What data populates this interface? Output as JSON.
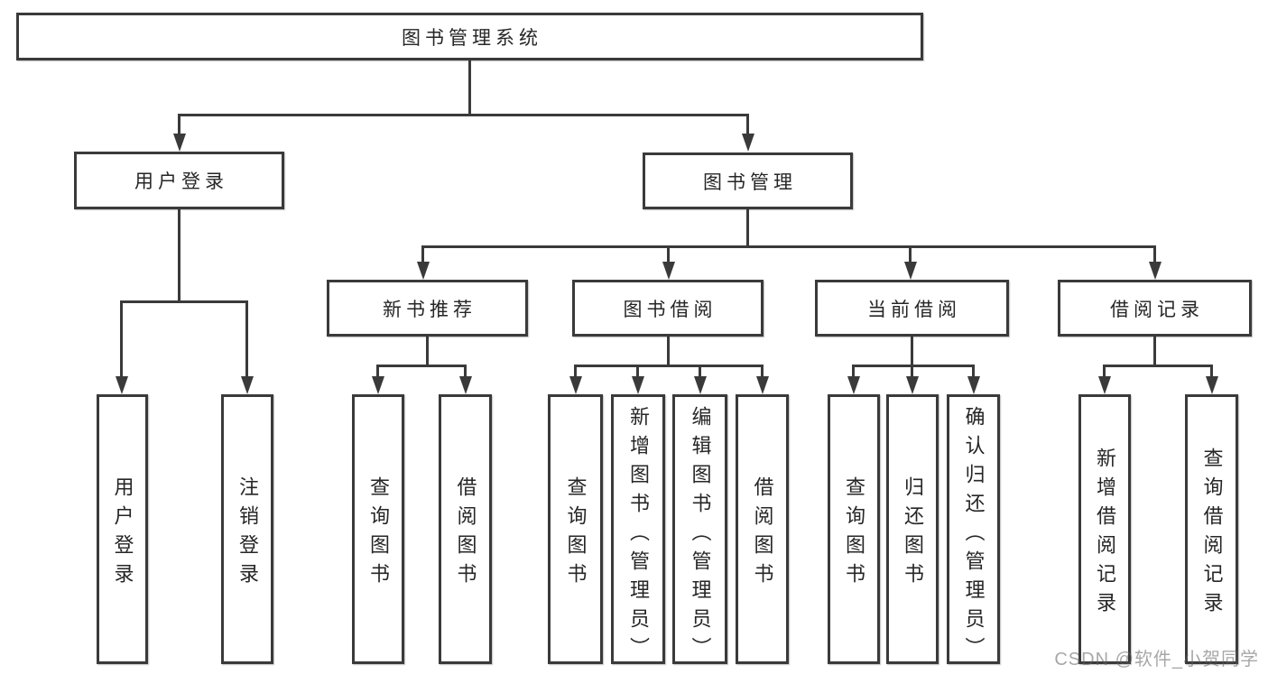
{
  "diagram": {
    "title": "图书管理系统",
    "branches": {
      "user_login": {
        "label": "用户登录",
        "children": [
          "用户登录",
          "注销登录"
        ]
      },
      "book_manage": {
        "label": "图书管理",
        "sections": [
          {
            "label": "新书推荐",
            "children": [
              "查询图书",
              "借阅图书"
            ]
          },
          {
            "label": "图书借阅",
            "children": [
              "查询图书",
              "新增图书（管理员）",
              "编辑图书（管理员）",
              "借阅图书"
            ]
          },
          {
            "label": "当前借阅",
            "children": [
              "查询图书",
              "归还图书",
              "确认归还（管理员）"
            ]
          },
          {
            "label": "借阅记录",
            "children": [
              "新增借阅记录",
              "查询借阅记录"
            ]
          }
        ]
      }
    }
  },
  "watermark": {
    "text": "CSDN @软件_小贺同学"
  },
  "colors": {
    "line": "#3a3a3a",
    "text": "#262626",
    "background": "#ffffff",
    "watermark": "#b0b0b0"
  }
}
